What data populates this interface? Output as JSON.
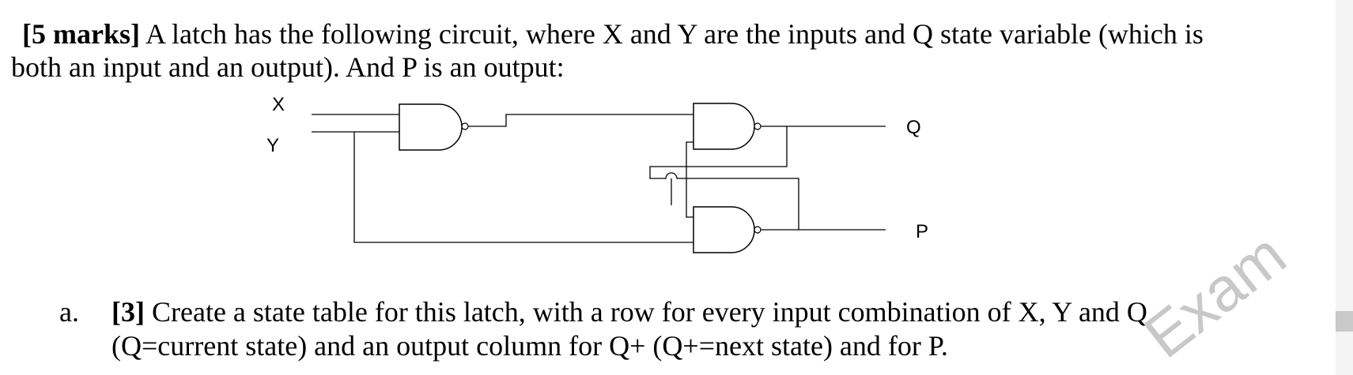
{
  "question": {
    "marks_label": "[5 marks]",
    "line1_text": " A latch has the following circuit, where X and Y are the inputs and Q state variable (which is",
    "line2_text": "both an input and an output).  And P is an output:"
  },
  "circuit": {
    "labels": {
      "x": "X",
      "y": "Y",
      "q": "Q",
      "p": "P"
    },
    "gate_type": "NAND",
    "gate_count": 3
  },
  "part_a": {
    "letter": "a.",
    "marks_label": "[3]",
    "line1_text": " Create a state table for this latch, with a row for every input combination of X, Y and Q",
    "line2_text": "(Q=current state) and an output column for Q+ (Q+=next state) and for P."
  },
  "watermark": {
    "text": "Exam"
  }
}
